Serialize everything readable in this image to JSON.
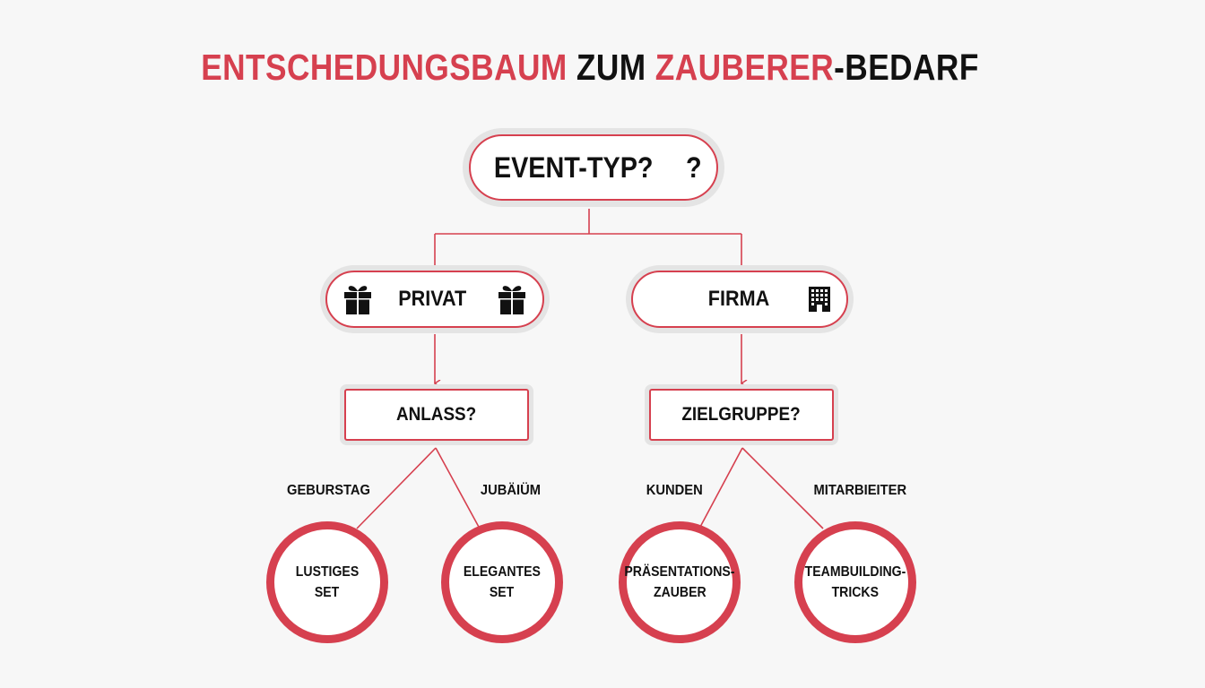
{
  "title": {
    "word1": "ENTSCHEDUNGSBAUM",
    "word2": " ZUM ",
    "word3": "ZAUBERER",
    "word4": "-BEDARF"
  },
  "colors": {
    "accent": "#d6404f",
    "halo": "#e4e4e4",
    "background": "#f7f7f7",
    "text": "#111111"
  },
  "root": {
    "label": "EVENT-TYP?",
    "icon": "?"
  },
  "branches": [
    {
      "label": "PRIVAT",
      "icons": [
        "gift-icon",
        "gift-icon"
      ],
      "question": "ANLASS?",
      "options": [
        {
          "edge_label": "GEBURSTAG",
          "result_line1": "LUSTIGES",
          "result_line2": "SET"
        },
        {
          "edge_label": "JUBÄIÜM",
          "result_line1": "ELEGANTES",
          "result_line2": "SET"
        }
      ]
    },
    {
      "label": "FIRMA",
      "icons": [
        "office-building-icon"
      ],
      "question": "ZIELGRUPPE?",
      "options": [
        {
          "edge_label": "KUNDEN",
          "result_line1": "PRÄSENTATIONS-",
          "result_line2": "ZAUBER"
        },
        {
          "edge_label": "MITARBIEITER",
          "result_line1": "TEAMBUILDING-",
          "result_line2": "TRICKS"
        }
      ]
    }
  ]
}
